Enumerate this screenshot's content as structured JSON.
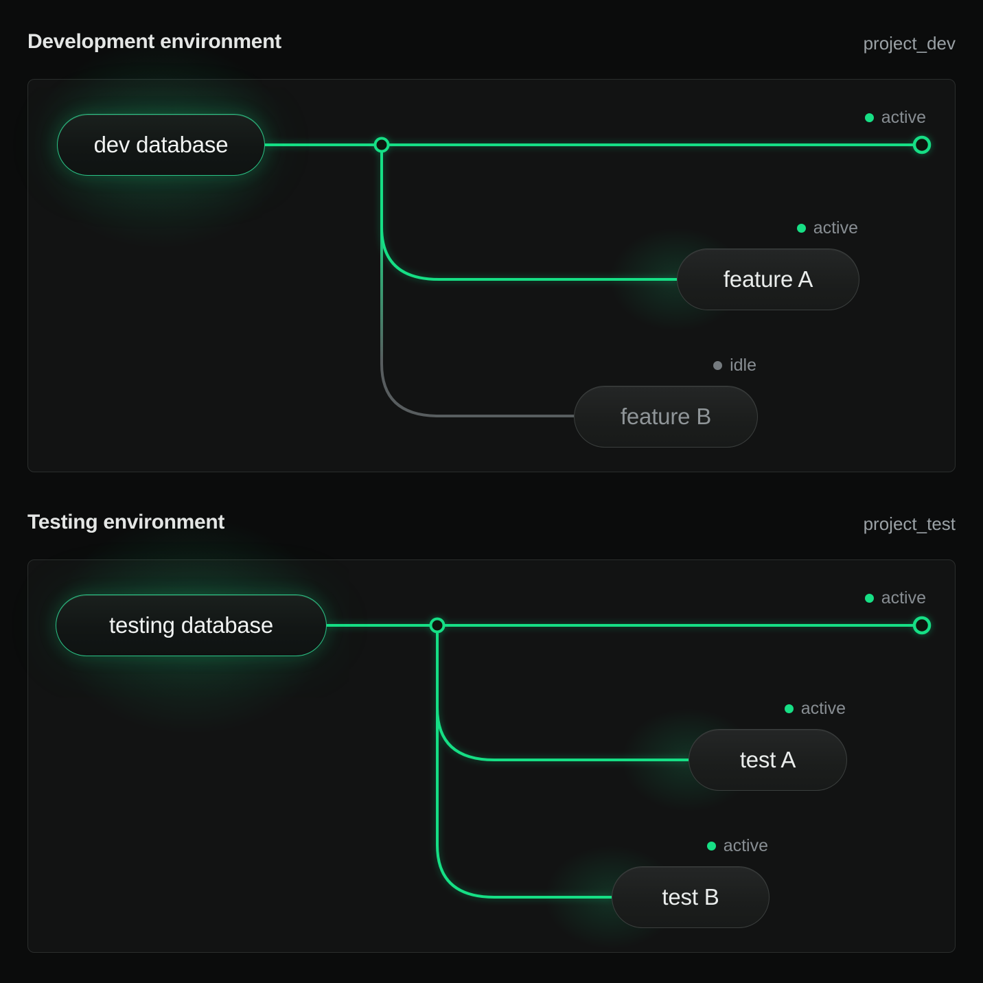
{
  "colors": {
    "accent_green": "#17df85",
    "idle_line_gray": "#585d5f",
    "status_text_gray": "#888e93",
    "panel_border": "#2b2e2d",
    "background": "#0b0c0c"
  },
  "panels": [
    {
      "title": "Development environment",
      "project": "project_dev",
      "root": {
        "label": "dev database"
      },
      "main_branch": {
        "status": "active"
      },
      "branches": [
        {
          "label": "feature A",
          "status": "active"
        },
        {
          "label": "feature B",
          "status": "idle"
        }
      ]
    },
    {
      "title": "Testing environment",
      "project": "project_test",
      "root": {
        "label": "testing database"
      },
      "main_branch": {
        "status": "active"
      },
      "branches": [
        {
          "label": "test A",
          "status": "active"
        },
        {
          "label": "test B",
          "status": "active"
        }
      ]
    }
  ]
}
